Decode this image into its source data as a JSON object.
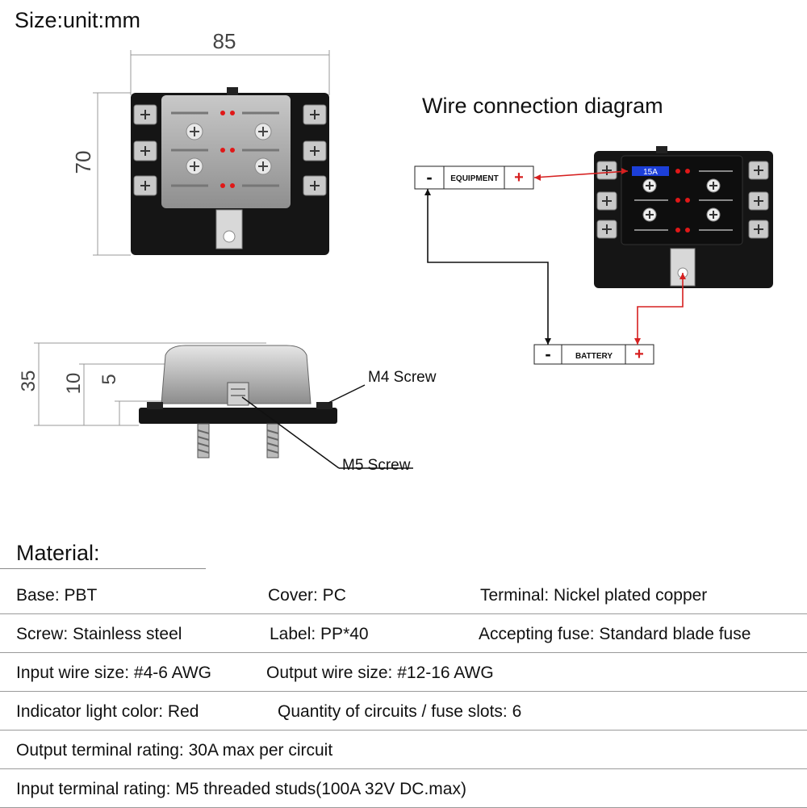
{
  "size_label": "Size:unit:mm",
  "wire_title": "Wire connection diagram",
  "dimensions": {
    "width": "85",
    "height": "70",
    "d35": "35",
    "d10": "10",
    "d5": "5"
  },
  "callouts": {
    "m4": "M4 Screw",
    "m5": "M5 Screw"
  },
  "wiring": {
    "equipment_label": "EQUIPMENT",
    "battery_label": "BATTERY",
    "minus": "-",
    "plus": "+",
    "fuse_rating": "15A"
  },
  "colors": {
    "wire_positive": "#d62020",
    "wire_negative": "#111111",
    "indicator": "#e01818",
    "fuse_label_bg": "#1c3fd8"
  },
  "material": {
    "title": "Material:",
    "rows": [
      [
        "Base: PBT",
        "Cover: PC",
        "Terminal: Nickel plated copper"
      ],
      [
        "Screw: Stainless steel",
        "Label: PP*40",
        "Accepting fuse: Standard blade fuse"
      ],
      [
        "Input wire size: #4-6 AWG",
        "Output wire size: #12-16 AWG"
      ],
      [
        "Indicator light color: Red",
        "Quantity of circuits / fuse slots: 6"
      ],
      [
        "Output terminal rating: 30A max per circuit"
      ],
      [
        "Input terminal rating: M5 threaded studs(100A 32V DC.max)"
      ]
    ]
  }
}
